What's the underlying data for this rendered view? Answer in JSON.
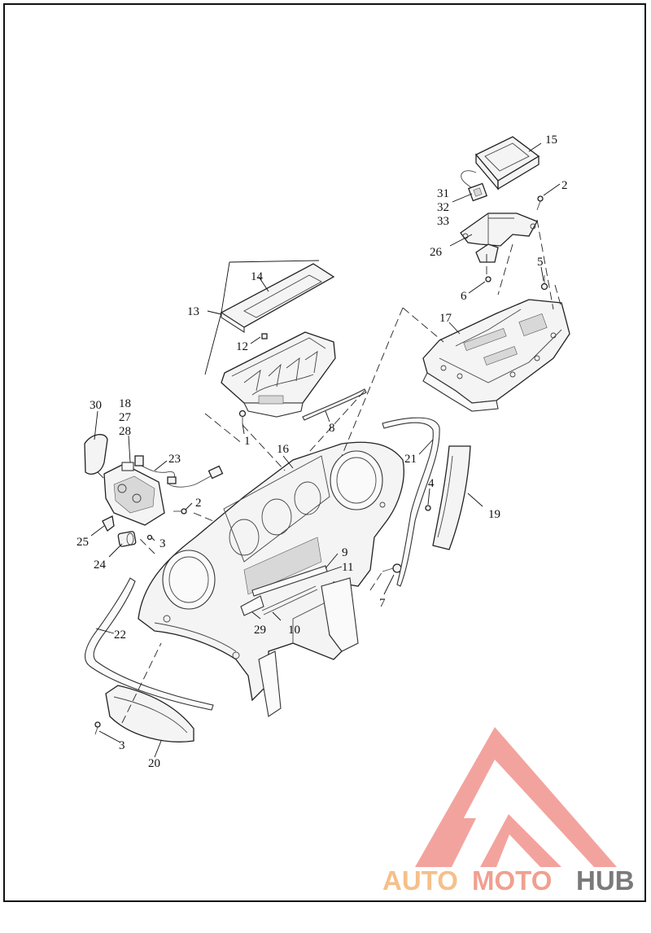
{
  "diagram": {
    "callouts": [
      {
        "id": "c15",
        "text": "15"
      },
      {
        "id": "c2a",
        "text": "2"
      },
      {
        "id": "c31",
        "text": "31"
      },
      {
        "id": "c32",
        "text": "32"
      },
      {
        "id": "c33",
        "text": "33"
      },
      {
        "id": "c26",
        "text": "26"
      },
      {
        "id": "c5",
        "text": "5"
      },
      {
        "id": "c6",
        "text": "6"
      },
      {
        "id": "c14",
        "text": "14"
      },
      {
        "id": "c13",
        "text": "13"
      },
      {
        "id": "c17",
        "text": "17"
      },
      {
        "id": "c12",
        "text": "12"
      },
      {
        "id": "c30",
        "text": "30"
      },
      {
        "id": "c18",
        "text": "18"
      },
      {
        "id": "c27",
        "text": "27"
      },
      {
        "id": "c28",
        "text": "28"
      },
      {
        "id": "c8",
        "text": "8"
      },
      {
        "id": "c1",
        "text": "1"
      },
      {
        "id": "c16",
        "text": "16"
      },
      {
        "id": "c23",
        "text": "23"
      },
      {
        "id": "c21",
        "text": "21"
      },
      {
        "id": "c4",
        "text": "4"
      },
      {
        "id": "c19",
        "text": "19"
      },
      {
        "id": "c2b",
        "text": "2"
      },
      {
        "id": "c25",
        "text": "25"
      },
      {
        "id": "c3a",
        "text": "3"
      },
      {
        "id": "c24",
        "text": "24"
      },
      {
        "id": "c9",
        "text": "9"
      },
      {
        "id": "c11",
        "text": "11"
      },
      {
        "id": "c7",
        "text": "7"
      },
      {
        "id": "c22",
        "text": "22"
      },
      {
        "id": "c29",
        "text": "29"
      },
      {
        "id": "c10",
        "text": "10"
      },
      {
        "id": "c3b",
        "text": "3"
      },
      {
        "id": "c20",
        "text": "20"
      }
    ]
  },
  "watermark": {
    "part1": "AUTO",
    "part2": "MOTO",
    "part3": "HUB",
    "colors": {
      "auto": "#f5c08a",
      "moto": "#f0a090",
      "hub": "#7a7a7a",
      "mark": "#f29a94"
    }
  }
}
